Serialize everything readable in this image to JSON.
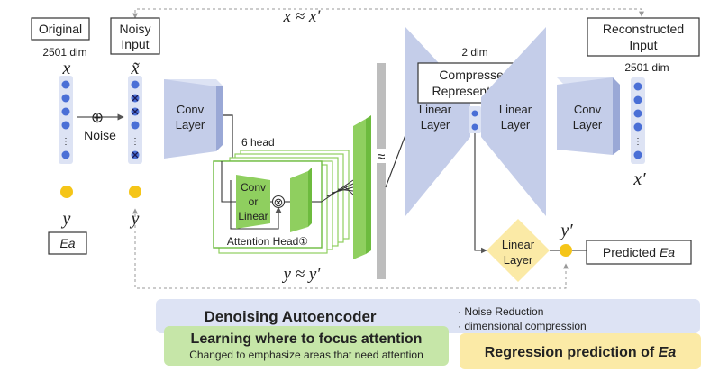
{
  "diagram": {
    "top_relation": "x ≈ x′",
    "bottom_relation": "y ≈ y′",
    "input": {
      "title": "Original",
      "dim": "2501 dim",
      "symbol": "x",
      "target_symbol": "y",
      "target_label": "Ea"
    },
    "noise": {
      "label": "Noise",
      "operator": "⊕"
    },
    "noisy": {
      "title_line1": "Noisy",
      "title_line2": "Input",
      "symbol": "x̃",
      "target_symbol": "y"
    },
    "conv_layer_1": {
      "line1": "Conv",
      "line2": "Layer"
    },
    "attention": {
      "heads_label": "6 head",
      "block_line1": "Conv",
      "block_line2": "or",
      "block_line3": "Linear",
      "multiply": "⊗",
      "head_label": "Attention Head①"
    },
    "approx_symbol": "≈",
    "encoder_linear": {
      "line1": "Linear",
      "line2": "Layer"
    },
    "latent": {
      "dim": "2 dim",
      "line1": "Compressed",
      "line2": "Representation"
    },
    "decoder_linear": {
      "line1": "Linear",
      "line2": "Layer"
    },
    "conv_layer_2": {
      "line1": "Conv",
      "line2": "Layer"
    },
    "output": {
      "title_line1": "Reconstructed",
      "title_line2": "Input",
      "dim": "2501 dim",
      "symbol": "x′"
    },
    "regressor": {
      "line1": "Linear",
      "line2": "Layer"
    },
    "prediction": {
      "symbol": "y′",
      "label_prefix": "Predicted ",
      "label_var": "Ea"
    }
  },
  "legend": {
    "dae_title": "Denoising Autoencoder",
    "dae_point1": "· Noise Reduction",
    "dae_point2": "· dimensional compression",
    "attention_title": "Learning where to focus attention",
    "attention_sub": "Changed to emphasize areas that need attention",
    "regression_prefix": "Regression prediction of ",
    "regression_var": "Ea"
  },
  "colors": {
    "node_blue": "#4a6fd6",
    "layer_blue": "#c4cde9",
    "layer_blue_light": "#dde3f4",
    "attention_green": "#8fcf5f",
    "attention_green_dark": "#6dbb3e",
    "gold": "#f5c518",
    "bar_gray": "#bdbdbd",
    "legend_blue_bg": "#dde3f4",
    "legend_green_bg": "#c6e6a8",
    "legend_yellow_bg": "#fbeaa6"
  }
}
